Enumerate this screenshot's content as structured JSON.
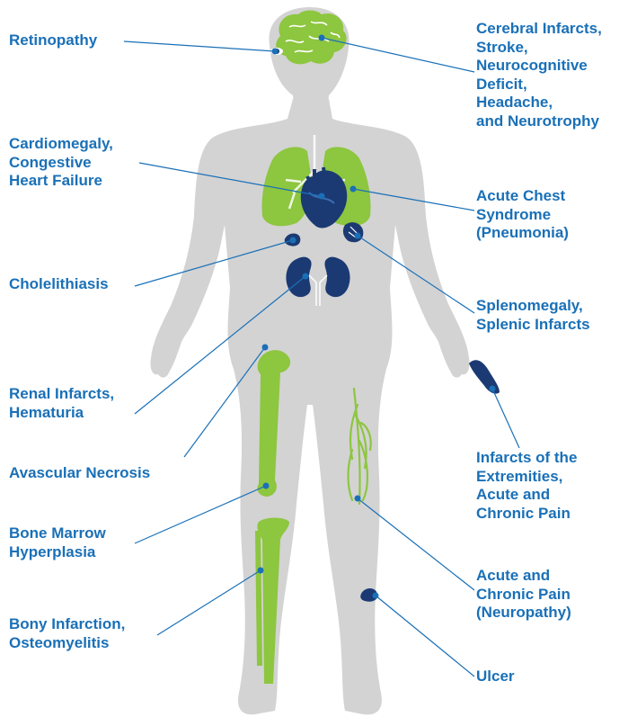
{
  "colors": {
    "body": "#d3d3d3",
    "organ_green": "#8dc63f",
    "organ_navy": "#1b3a73",
    "label_blue": "#1a70b7",
    "line_blue": "#1a70b7"
  },
  "labels": {
    "retinopathy": "Retinopathy",
    "cerebral": "Cerebral Infarcts,\nStroke,\nNeurocognitive\nDeficit,\nHeadache,\nand Neurotrophy",
    "cardiomegaly": "Cardiomegaly,\nCongestive\nHeart Failure",
    "chest": "Acute Chest\nSyndrome\n(Pneumonia)",
    "cholelithiasis": "Cholelithiasis",
    "splenomegaly": "Splenomegaly,\nSplenic Infarcts",
    "renal": "Renal Infarcts,\nHematuria",
    "extremities": "Infarcts of the\nExtremities,\nAcute and\nChronic Pain",
    "avascular": "Avascular Necrosis",
    "marrow": "Bone Marrow\nHyperplasia",
    "neuropathy": "Acute and\nChronic Pain\n(Neuropathy)",
    "bony": "Bony Infarction,\nOsteomyelitis",
    "ulcer": "Ulcer"
  },
  "icons": {
    "brain": "brain-icon",
    "eye": "eye-icon",
    "lungs": "lungs-icon",
    "heart": "heart-icon",
    "gallbladder": "gallbladder-icon",
    "spleen": "spleen-icon",
    "kidneys": "kidneys-icon",
    "femur": "femur-icon",
    "tibia": "tibia-icon",
    "nerve": "nerve-icon",
    "hand_lesion": "hand-lesion-icon",
    "ulcer": "ulcer-icon"
  }
}
